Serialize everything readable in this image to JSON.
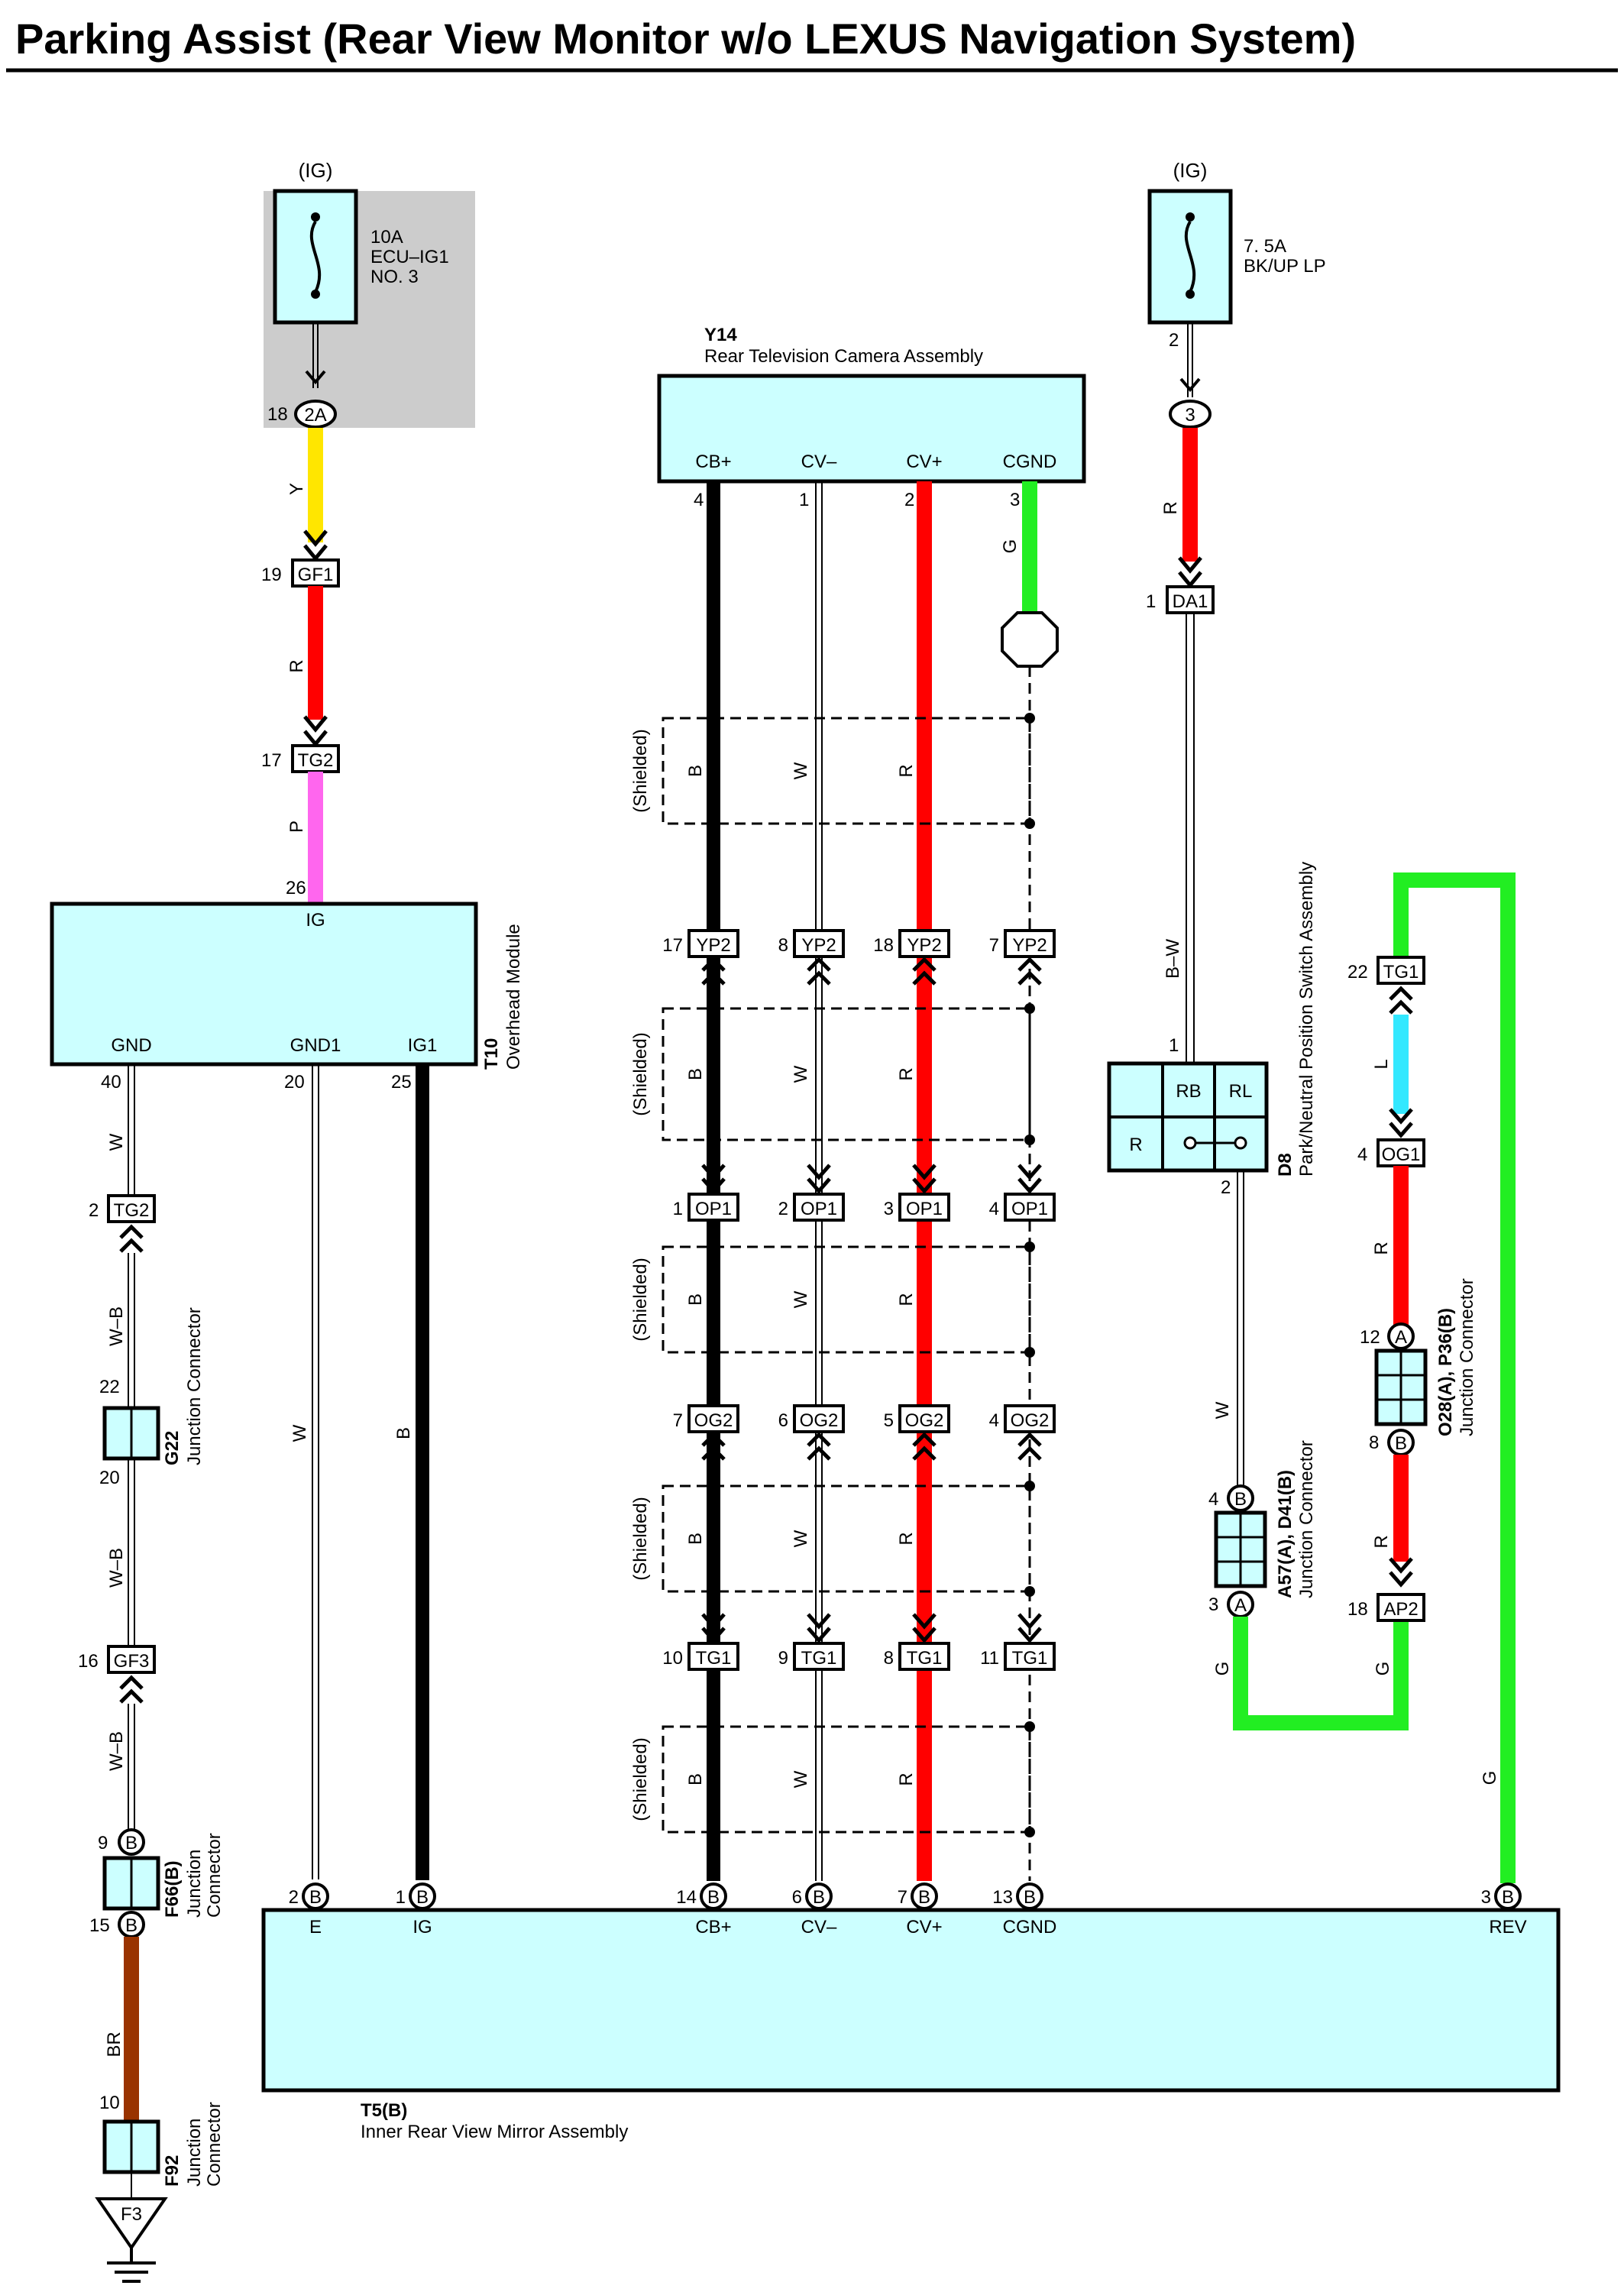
{
  "title": "Parking Assist (Rear View Monitor w/o LEXUS Navigation System)",
  "colors": {
    "yellow": "#ffe600",
    "red": "#ff0000",
    "pink": "#ff66ee",
    "green": "#22ee22",
    "cyan": "#33e8ff",
    "brown": "#993300",
    "box_fill": "#ccffff",
    "gray_fill": "#cccccc",
    "wire_black": "#000000"
  },
  "fuses": {
    "left": {
      "source": "(IG)",
      "amp": "10A",
      "line2": "ECU–IG1",
      "line3": "NO. 3"
    },
    "right": {
      "source": "(IG)",
      "amp": "7. 5A",
      "line2": "BK/UP LP"
    }
  },
  "components": {
    "y14": {
      "code": "Y14",
      "name": "Rear Television Camera Assembly",
      "pins": [
        "CB+",
        "CV–",
        "CV+",
        "CGND"
      ],
      "nums": [
        "4",
        "1",
        "2",
        "3"
      ]
    },
    "t10": {
      "code": "T10",
      "name": "Overhead Module",
      "ig": "IG",
      "pins": [
        "GND",
        "GND1",
        "IG1"
      ],
      "nums": [
        "40",
        "20",
        "25"
      ],
      "top_num": "26"
    },
    "d8": {
      "code": "D8",
      "name": "Park/Neutral Position Switch Assembly",
      "rb": "RB",
      "rl": "RL",
      "r": "R",
      "pin_top": "1",
      "pin_bottom": "2"
    },
    "t5": {
      "code": "T5(B)",
      "name": "Inner Rear View Mirror Assembly",
      "pins": [
        "E",
        "IG",
        "CB+",
        "CV–",
        "CV+",
        "CGND",
        "REV"
      ],
      "nums": [
        "2",
        "1",
        "14",
        "6",
        "7",
        "13",
        "3"
      ],
      "conn": "B"
    },
    "g22": {
      "code": "G22",
      "name": "Junction Connector",
      "top": "22",
      "bottom": "20"
    },
    "f66": {
      "code": "F66(B)",
      "name": "Junction Connector",
      "top": "9",
      "bottom": "15",
      "conn": "B"
    },
    "f92": {
      "code": "F92",
      "name": "Junction Connector",
      "top": "10",
      "ground": "F3"
    },
    "a57": {
      "code": "A57(A), D41(B)",
      "name": "Junction Connector",
      "top": "4",
      "bottom": "3",
      "top_conn": "B",
      "bottom_conn": "A"
    },
    "o28": {
      "code": "O28(A), P36(B)",
      "name": "Junction Connector",
      "top": "12",
      "bottom": "8",
      "top_conn": "A",
      "bottom_conn": "B"
    }
  },
  "connectors": {
    "c2a": {
      "num": "18",
      "label": "2A"
    },
    "gf1": {
      "num": "19",
      "label": "GF1"
    },
    "tg2_top": {
      "num": "17",
      "label": "TG2"
    },
    "tg2_left": {
      "num": "2",
      "label": "TG2"
    },
    "gf3": {
      "num": "16",
      "label": "GF3"
    },
    "c3": {
      "num": "2",
      "label": "3"
    },
    "da1": {
      "num": "1",
      "label": "DA1"
    },
    "tg1_right": {
      "num": "22",
      "label": "TG1"
    },
    "og1_right": {
      "num": "4",
      "label": "OG1"
    },
    "ap2": {
      "num": "18",
      "label": "AP2"
    },
    "yp2": [
      {
        "num": "17",
        "label": "YP2"
      },
      {
        "num": "8",
        "label": "YP2"
      },
      {
        "num": "18",
        "label": "YP2"
      },
      {
        "num": "7",
        "label": "YP2"
      }
    ],
    "op1": [
      {
        "num": "1",
        "label": "OP1"
      },
      {
        "num": "2",
        "label": "OP1"
      },
      {
        "num": "3",
        "label": "OP1"
      },
      {
        "num": "4",
        "label": "OP1"
      }
    ],
    "og2": [
      {
        "num": "7",
        "label": "OG2"
      },
      {
        "num": "6",
        "label": "OG2"
      },
      {
        "num": "5",
        "label": "OG2"
      },
      {
        "num": "4",
        "label": "OG2"
      }
    ],
    "tg1": [
      {
        "num": "10",
        "label": "TG1"
      },
      {
        "num": "9",
        "label": "TG1"
      },
      {
        "num": "8",
        "label": "TG1"
      },
      {
        "num": "11",
        "label": "TG1"
      }
    ]
  },
  "wire_colors": {
    "y": "Y",
    "r": "R",
    "p": "P",
    "w": "W",
    "b": "B",
    "g": "G",
    "wb": "W–B",
    "br": "BR",
    "bw": "B–W",
    "l": "L"
  },
  "shielded": "(Shielded)"
}
